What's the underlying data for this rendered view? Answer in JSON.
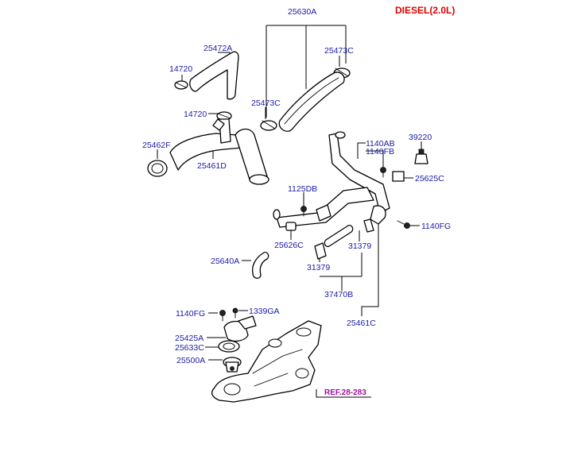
{
  "title": "DIESEL(2.0L)",
  "reference": "REF.28-283",
  "parts": {
    "p25630A": "25630A",
    "p25472A": "25472A",
    "p25473C_top": "25473C",
    "p14720_upper": "14720",
    "p25473C_mid": "25473C",
    "p14720_lower": "14720",
    "p25462F": "25462F",
    "p25461D": "25461D",
    "p1140AB": "1140AB",
    "p1140FB": "1140FB",
    "p39220": "39220",
    "p25625C": "25625C",
    "p1125DB": "1125DB",
    "p1140FG_right": "1140FG",
    "p25626C": "25626C",
    "p25640A": "25640A",
    "p31379_right": "31379",
    "p31379_left": "31379",
    "p37470B": "37470B",
    "p25461C": "25461C",
    "p1140FG_left": "1140FG",
    "p1339GA": "1339GA",
    "p25425A": "25425A",
    "p25633C": "25633C",
    "p25500A": "25500A"
  },
  "colors": {
    "title": "#e00000",
    "labels": "#1a1aa6",
    "reference": "#a0139f",
    "lines": "#000000"
  }
}
